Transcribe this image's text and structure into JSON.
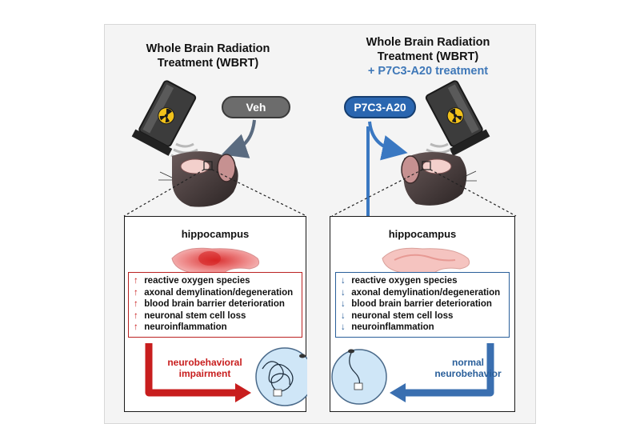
{
  "left": {
    "title_line1": "Whole Brain Radiation",
    "title_line2": "Treatment (WBRT)",
    "pill": "Veh",
    "region": "hippocampus",
    "effects": [
      {
        "arrow": "↑",
        "text": "reactive oxygen species"
      },
      {
        "arrow": "↑",
        "text": "axonal demylination/degeneration"
      },
      {
        "arrow": "↑",
        "text": "blood brain barrier deterioration"
      },
      {
        "arrow": "↑",
        "text": "neuronal stem cell loss"
      },
      {
        "arrow": "↑",
        "text": "neuroinflammation"
      }
    ],
    "outcome_line1": "neurobehavioral",
    "outcome_line2": "impairment"
  },
  "right": {
    "title_line1": "Whole Brain Radiation",
    "title_line2": "Treatment (WBRT)",
    "title_line3": "+ P7C3-A20 treatment",
    "pill": "P7C3-A20",
    "region": "hippocampus",
    "effects": [
      {
        "arrow": "↓",
        "text": "reactive oxygen species"
      },
      {
        "arrow": "↓",
        "text": "axonal demylination/degeneration"
      },
      {
        "arrow": "↓",
        "text": "blood brain barrier deterioration"
      },
      {
        "arrow": "↓",
        "text": "neuronal stem cell loss"
      },
      {
        "arrow": "↓",
        "text": "neuroinflammation"
      }
    ],
    "outcome_line1": "normal",
    "outcome_line2": "neurobehavior"
  },
  "colors": {
    "red": "#c81e1e",
    "blue": "#2a66b0",
    "gray": "#6c6c6c"
  },
  "icons": [
    "radiation-device-icon",
    "mouse-head-icon",
    "hippocampus-icon",
    "water-maze-icon"
  ]
}
